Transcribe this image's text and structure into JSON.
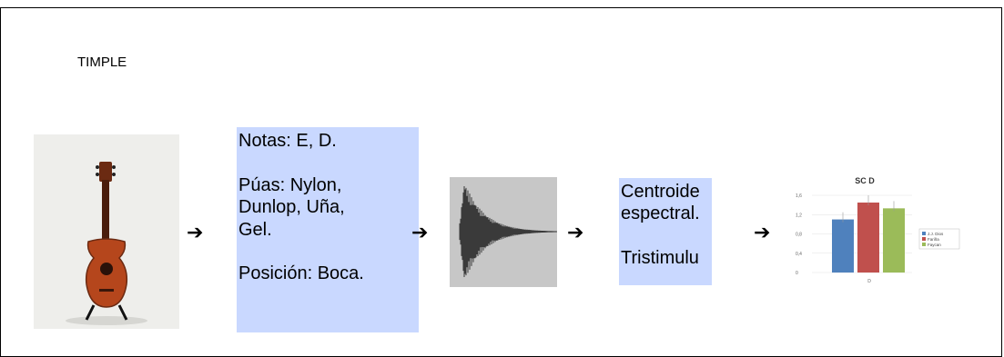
{
  "title": "TIMPLE",
  "box1": {
    "lines": [
      "Notas: E, D.",
      "",
      "Púas: Nylon,",
      "Dunlop, Uña,",
      "Gel.",
      "",
      "Posición: Boca."
    ]
  },
  "box2": {
    "lines": [
      "Centroide",
      "espectral.",
      "",
      "Tristimulu"
    ]
  },
  "images": {
    "instrument": "timple-guitar-photo",
    "waveform": "audio-waveform"
  },
  "chart_data": {
    "type": "bar",
    "title": "SC D",
    "categories": [
      "D"
    ],
    "series": [
      {
        "name": "J.J. Dios",
        "values": [
          1.1
        ],
        "color": "#4f81bd"
      },
      {
        "name": "Fariña",
        "values": [
          1.45
        ],
        "color": "#c0504d"
      },
      {
        "name": "Faycan",
        "values": [
          1.33
        ],
        "color": "#9bbb59"
      }
    ],
    "yticks": [
      "1,6",
      "1,2",
      "0,8",
      "0,4",
      "0"
    ],
    "ylim": [
      0,
      1.6
    ],
    "legend": "right"
  }
}
